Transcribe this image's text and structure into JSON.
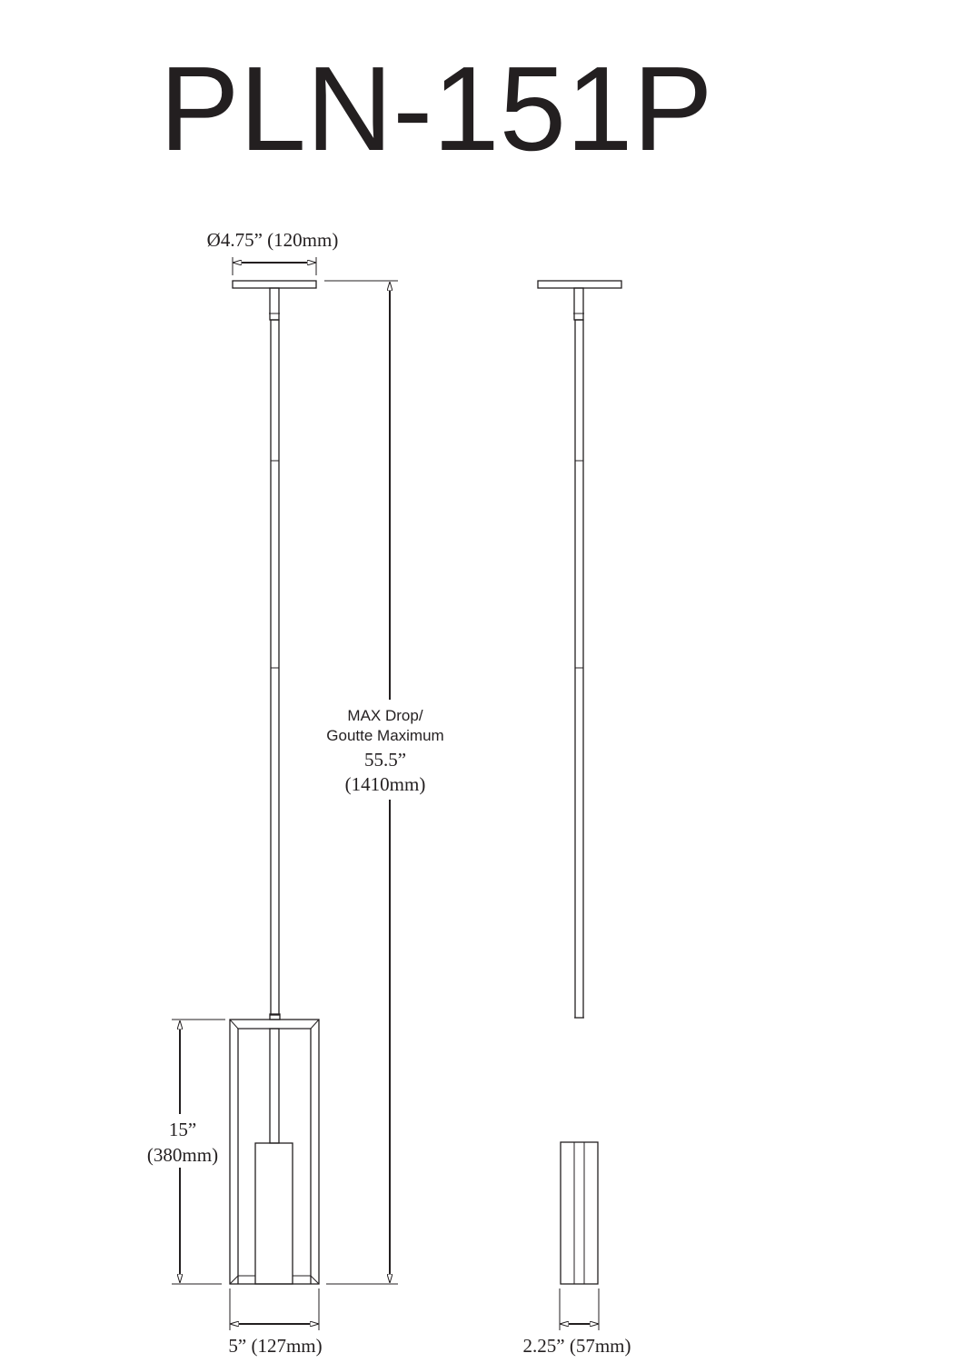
{
  "title": "PLN-151P",
  "dimensions": {
    "canopy_diameter": "Ø4.75” (120mm)",
    "max_drop_line1": "MAX Drop/",
    "max_drop_line2": "Goutte Maximum",
    "max_drop_in": "55.5”",
    "max_drop_mm": "(1410mm)",
    "height_in": "15”",
    "height_mm": "(380mm)",
    "width_front": "5” (127mm)",
    "width_side": "2.25” (57mm)"
  },
  "colors": {
    "line": "#231f20",
    "background": "#ffffff"
  }
}
